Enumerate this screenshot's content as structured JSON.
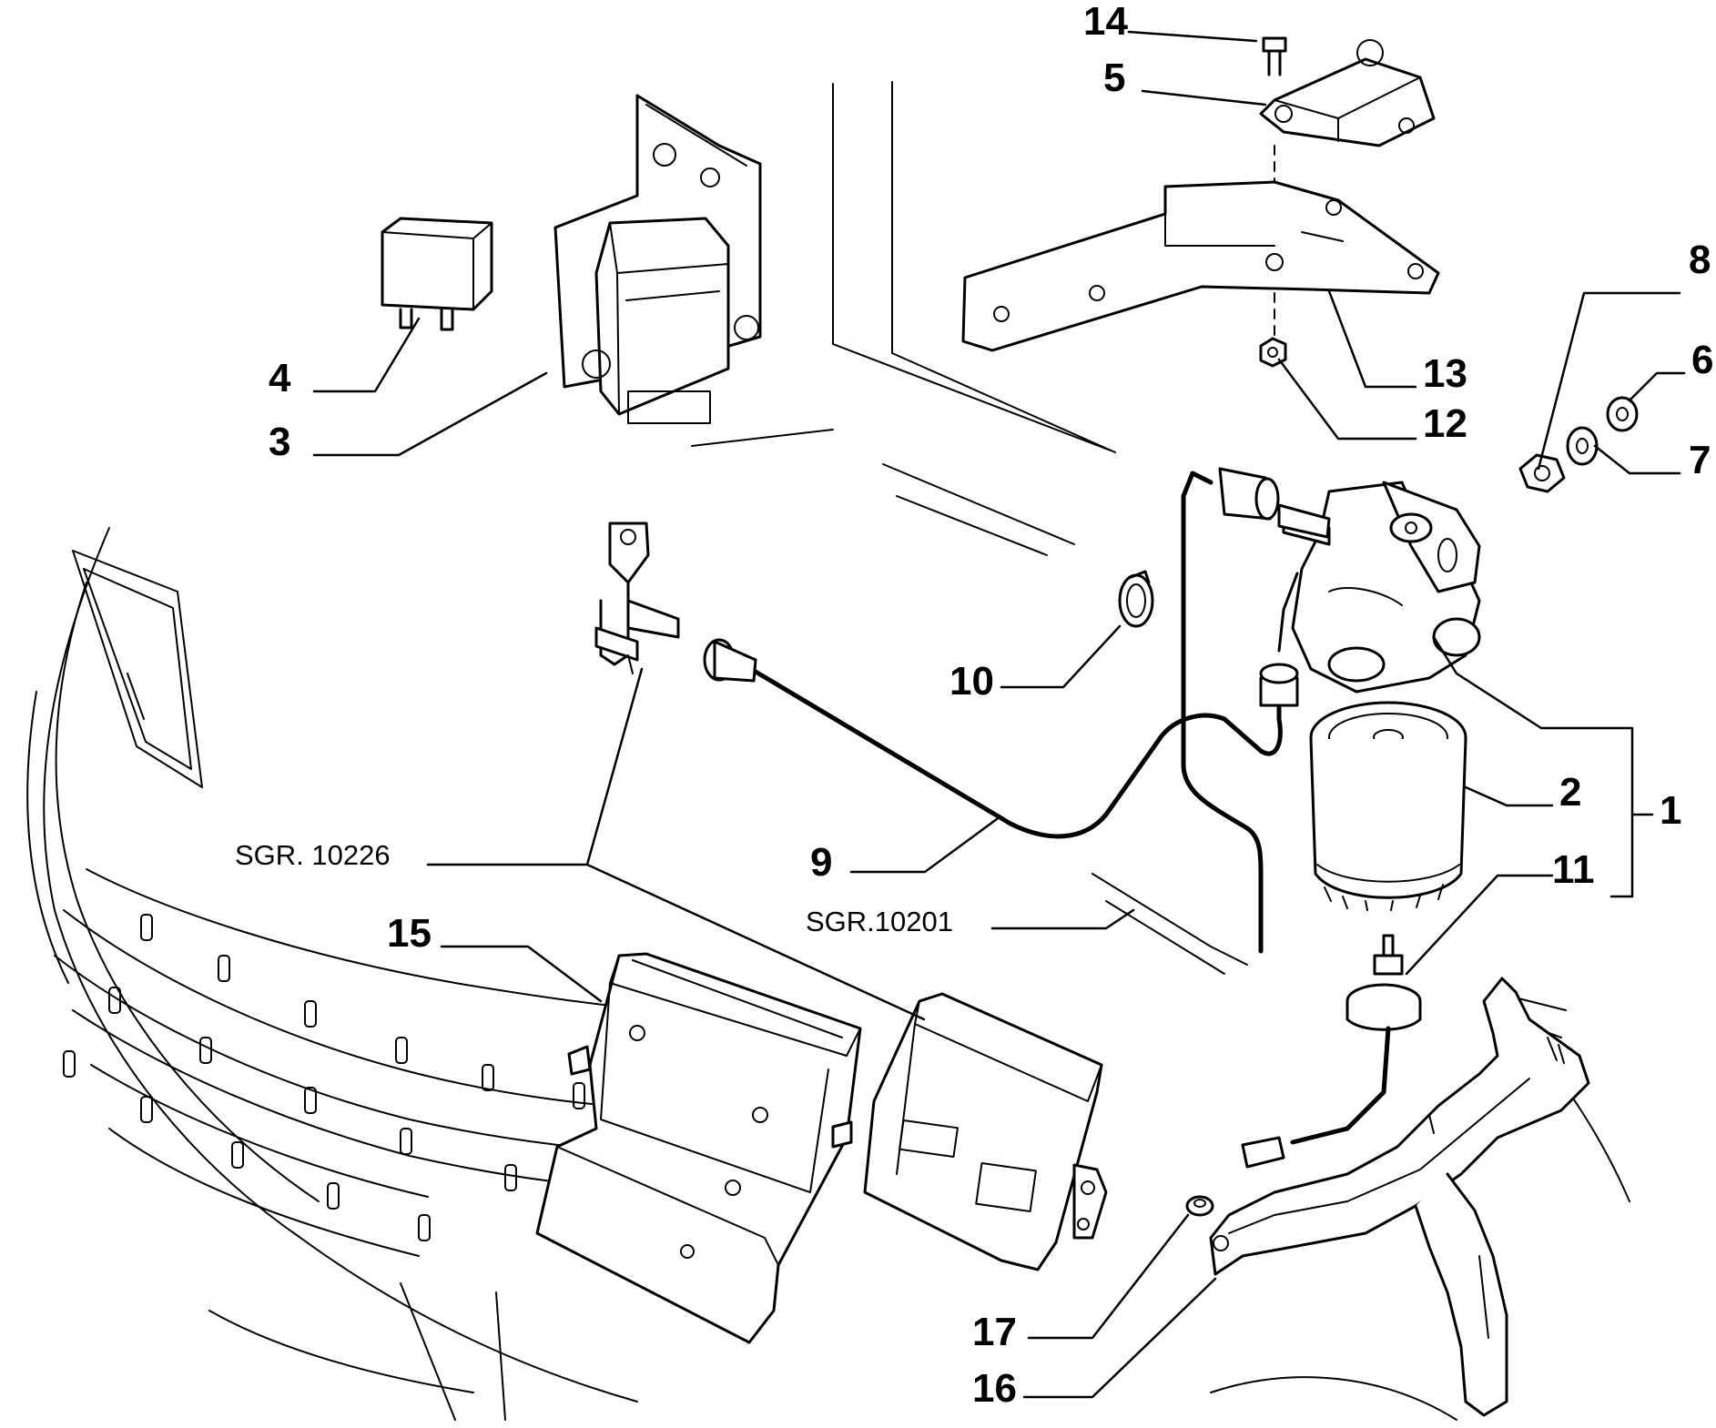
{
  "callouts": {
    "c1": "1",
    "c2": "2",
    "c3": "3",
    "c4": "4",
    "c5": "5",
    "c6": "6",
    "c7": "7",
    "c8": "8",
    "c9": "9",
    "c10": "10",
    "c11": "11",
    "c12": "12",
    "c13": "13",
    "c14": "14",
    "c15": "15",
    "c16": "16",
    "c17": "17"
  },
  "references": {
    "sgr_10226": "SGR. 10226",
    "sgr_10201": "SGR.10201"
  },
  "colors": {
    "ink": "#000000",
    "paper": "#ffffff"
  }
}
